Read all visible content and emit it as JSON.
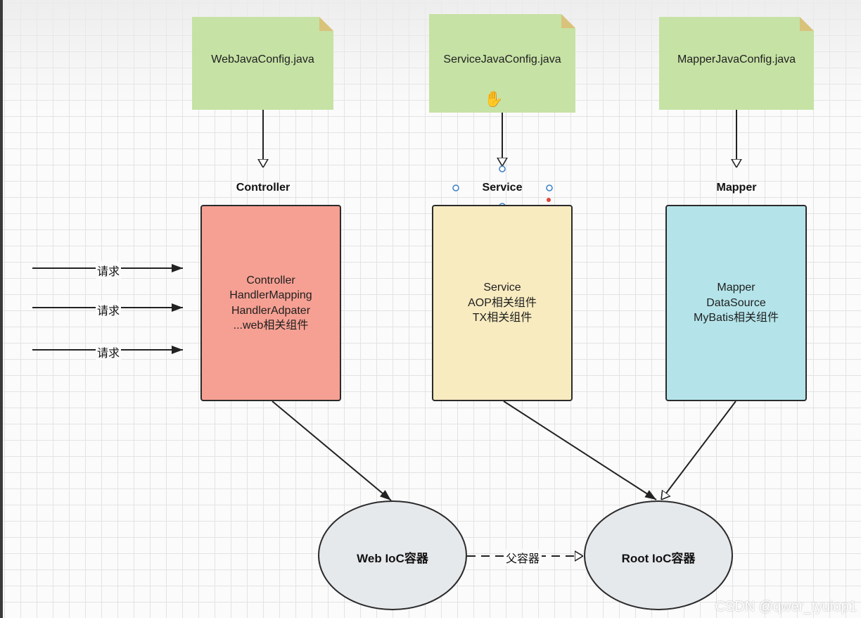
{
  "configs": {
    "web": "WebJavaConfig.java",
    "service": "ServiceJavaConfig.java",
    "mapper": "MapperJavaConfig.java"
  },
  "columns": {
    "controller": "Controller",
    "service": "Service",
    "mapper": "Mapper"
  },
  "boxes": {
    "controller": [
      "Controller",
      "HandlerMapping",
      "HandlerAdpater",
      "...web相关组件"
    ],
    "service": [
      "Service",
      "AOP相关组件",
      "TX相关组件"
    ],
    "mapper": [
      "Mapper",
      "DataSource",
      "MyBatis相关组件"
    ]
  },
  "requests": [
    "请求",
    "请求",
    "请求"
  ],
  "containers": {
    "web": "Web IoC容器",
    "root": "Root IoC容器",
    "relation": "父容器"
  },
  "colors": {
    "note": "#c6e2a5",
    "controller_box": "#f6a093",
    "service_box": "#f8ebc0",
    "mapper_box": "#b4e4ea",
    "ellipse": "#e6e9ec"
  },
  "watermark": "CSDN @qwer_tyuiop1"
}
